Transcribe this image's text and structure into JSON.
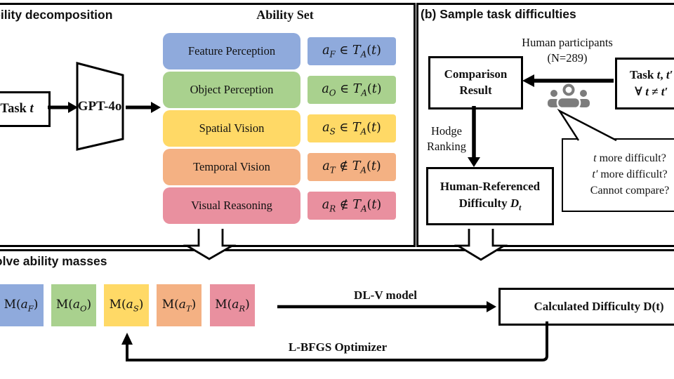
{
  "colors": {
    "blue": "#8FAADC",
    "green": "#A9D18E",
    "yellow": "#FFD966",
    "orange": "#F4B183",
    "pink": "#E9909F",
    "people_icon_gray": "#7C7C7C",
    "line_black": "#000000"
  },
  "panel_a": {
    "title": "(a) Ability decomposition",
    "ability_set_title": "Ability Set",
    "task_label": "Task *t*",
    "model_label": "GPT-4o",
    "abilities": [
      {
        "name": "Feature Perception",
        "formula": "*a_F* ∈ *T_A*(*t*)",
        "color": "#8FAADC"
      },
      {
        "name": "Object Perception",
        "formula": "*a_O* ∈ *T_A*(*t*)",
        "color": "#A9D18E"
      },
      {
        "name": "Spatial Vision",
        "formula": "*a_S* ∈ *T_A*(*t*)",
        "color": "#FFD966"
      },
      {
        "name": "Temporal Vision",
        "formula": "*a_T* ∉ *T_A*(*t*)",
        "color": "#F4B183"
      },
      {
        "name": "Visual Reasoning",
        "formula": "*a_R* ∉ *T_A*(*t*)",
        "color": "#E9909F"
      }
    ]
  },
  "panel_b": {
    "title": "(b) Sample task difficulties",
    "participants_line1": "Human participants",
    "participants_line2": "(N=289)",
    "comparison_box_line1": "Comparison",
    "comparison_box_line2": "Result",
    "task_box_line1": "Task *t*, *t′*",
    "task_box_line2": "∀ *t* ≠ *t′*",
    "hodge_line1": "Hodge",
    "hodge_line2": "Ranking",
    "difficulty_box_line1": "Human-Referenced",
    "difficulty_box_line2": "Difficulty *D_t*",
    "bubble_line1": "*t* more difficult?",
    "bubble_line2": "*t′* more difficult?",
    "bubble_line3": "Cannot compare?",
    "people_icon": "people-group-icon"
  },
  "panel_c": {
    "title": "(c) Solve ability masses",
    "masses": [
      {
        "label": "M(*a_F*)",
        "color": "#8FAADC"
      },
      {
        "label": "M(*a_O*)",
        "color": "#A9D18E"
      },
      {
        "label": "M(*a_S*)",
        "color": "#FFD966"
      },
      {
        "label": "M(*a_T*)",
        "color": "#F4B183"
      },
      {
        "label": "M(*a_R*)",
        "color": "#E9909F"
      }
    ],
    "dlv_label": "DL-V model",
    "calculated_box": "Calculated Difficulty D(t)",
    "optimizer_label": "L-BFGS Optimizer"
  }
}
